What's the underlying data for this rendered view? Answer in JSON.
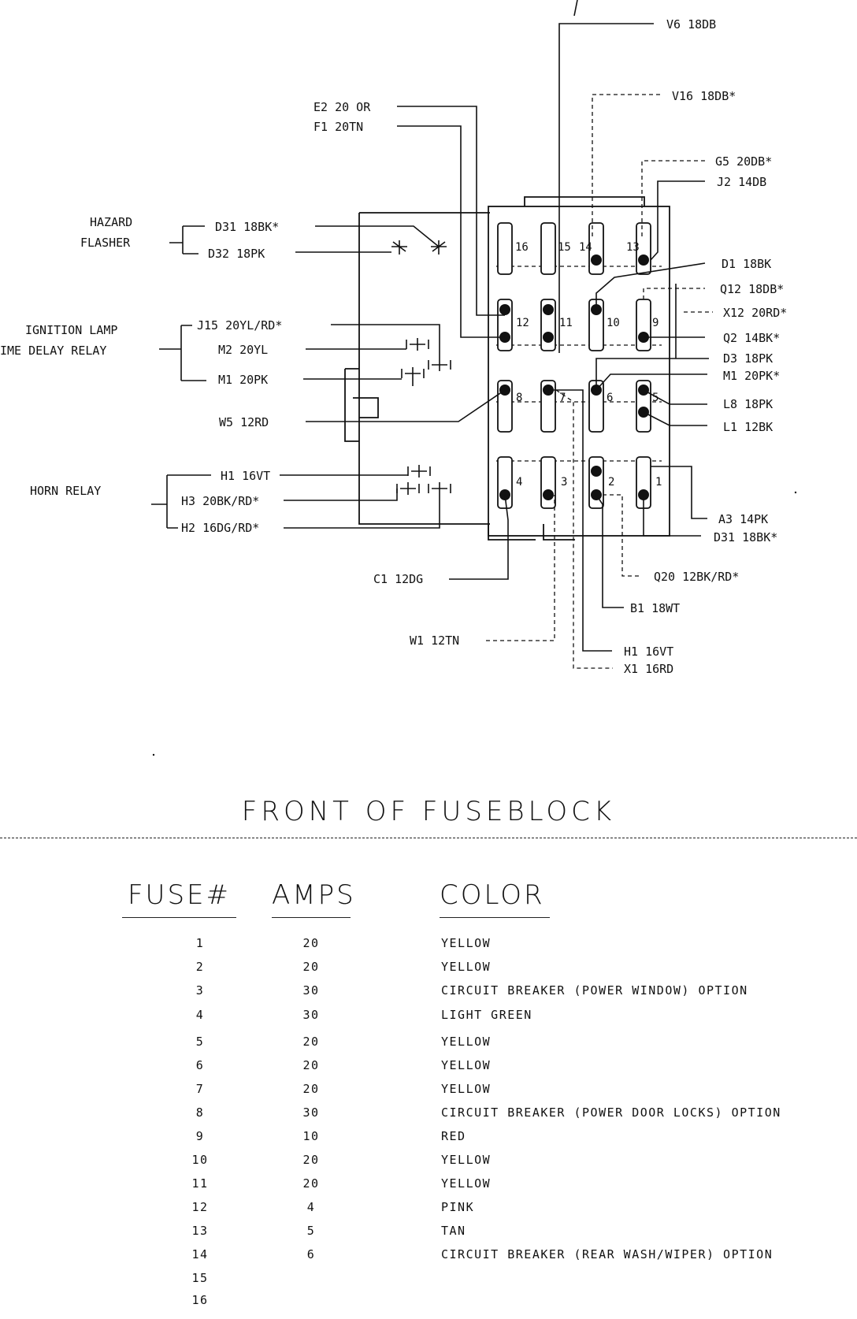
{
  "diagram": {
    "wires_top": {
      "v6": "V6 18DB",
      "v16": "V16 18DB*",
      "e2": "E2 20 OR",
      "f1": "F1 20TN",
      "g5": "G5 20DB*",
      "j2": "J2 14DB"
    },
    "hazard_flasher": {
      "label_line1": "HAZARD",
      "label_line2": "FLASHER",
      "d31": "D31 18BK*",
      "d32": "D32 18PK"
    },
    "ignition_relay": {
      "label_line1": "IGNITION LAMP",
      "label_line2": "IME DELAY RELAY",
      "j15": "J15 20YL/RD*",
      "m2": "M2 20YL",
      "m1": "M1 20PK"
    },
    "w5": "W5 12RD",
    "horn_relay": {
      "label": "HORN RELAY",
      "h1": "H1 16VT",
      "h3": "H3 20BK/RD*",
      "h2": "H2 16DG/RD*"
    },
    "wires_right": {
      "d1": "D1 18BK",
      "q12": "Q12 18DB*",
      "x12": "X12 20RD*",
      "q2": "Q2 14BK*",
      "d3": "D3 18PK",
      "m1": "M1 20PK*",
      "l8": "L8 18PK",
      "l1": "L1 12BK",
      "a3": "A3 14PK",
      "d31": "D31 18BK*"
    },
    "wires_bottom": {
      "c1": "C1 12DG",
      "q20": "Q20 12BK/RD*",
      "b1": "B1 18WT",
      "w1": "W1 12TN",
      "h1": "H1 16VT",
      "x1": "X1 16RD"
    },
    "fuse_numbers": {
      "f1": "1",
      "f2": "2",
      "f3": "3",
      "f4": "4",
      "f5": "5",
      "f6": "6",
      "f7": "7",
      "f8": "8",
      "f9": "9",
      "f10": "10",
      "f11": "11",
      "f12": "12",
      "f13": "13",
      "f14": "14",
      "f15": "15",
      "f16": "16"
    }
  },
  "title": "FRONT OF FUSEBLOCK",
  "table": {
    "headers": {
      "fuse": "FUSE#",
      "amps": "AMPS",
      "color": "COLOR"
    },
    "rows": [
      {
        "fuse": "1",
        "amps": "20",
        "color": "YELLOW"
      },
      {
        "fuse": "2",
        "amps": "20",
        "color": "YELLOW"
      },
      {
        "fuse": "3",
        "amps": "30",
        "color": "CIRCUIT BREAKER (POWER WINDOW) OPTION"
      },
      {
        "fuse": "4",
        "amps": "30",
        "color": "LIGHT GREEN"
      },
      {
        "fuse": "5",
        "amps": "20",
        "color": "YELLOW"
      },
      {
        "fuse": "6",
        "amps": "20",
        "color": "YELLOW"
      },
      {
        "fuse": "7",
        "amps": "20",
        "color": "YELLOW"
      },
      {
        "fuse": "8",
        "amps": "30",
        "color": "CIRCUIT BREAKER (POWER DOOR LOCKS) OPTION"
      },
      {
        "fuse": "9",
        "amps": "10",
        "color": "RED"
      },
      {
        "fuse": "10",
        "amps": "20",
        "color": "YELLOW"
      },
      {
        "fuse": "11",
        "amps": "20",
        "color": "YELLOW"
      },
      {
        "fuse": "12",
        "amps": "4",
        "color": "PINK"
      },
      {
        "fuse": "13",
        "amps": "5",
        "color": "TAN"
      },
      {
        "fuse": "14",
        "amps": "6",
        "color": "CIRCUIT BREAKER (REAR WASH/WIPER) OPTION"
      },
      {
        "fuse": "15",
        "amps": "",
        "color": ""
      },
      {
        "fuse": "16",
        "amps": "",
        "color": ""
      }
    ]
  }
}
